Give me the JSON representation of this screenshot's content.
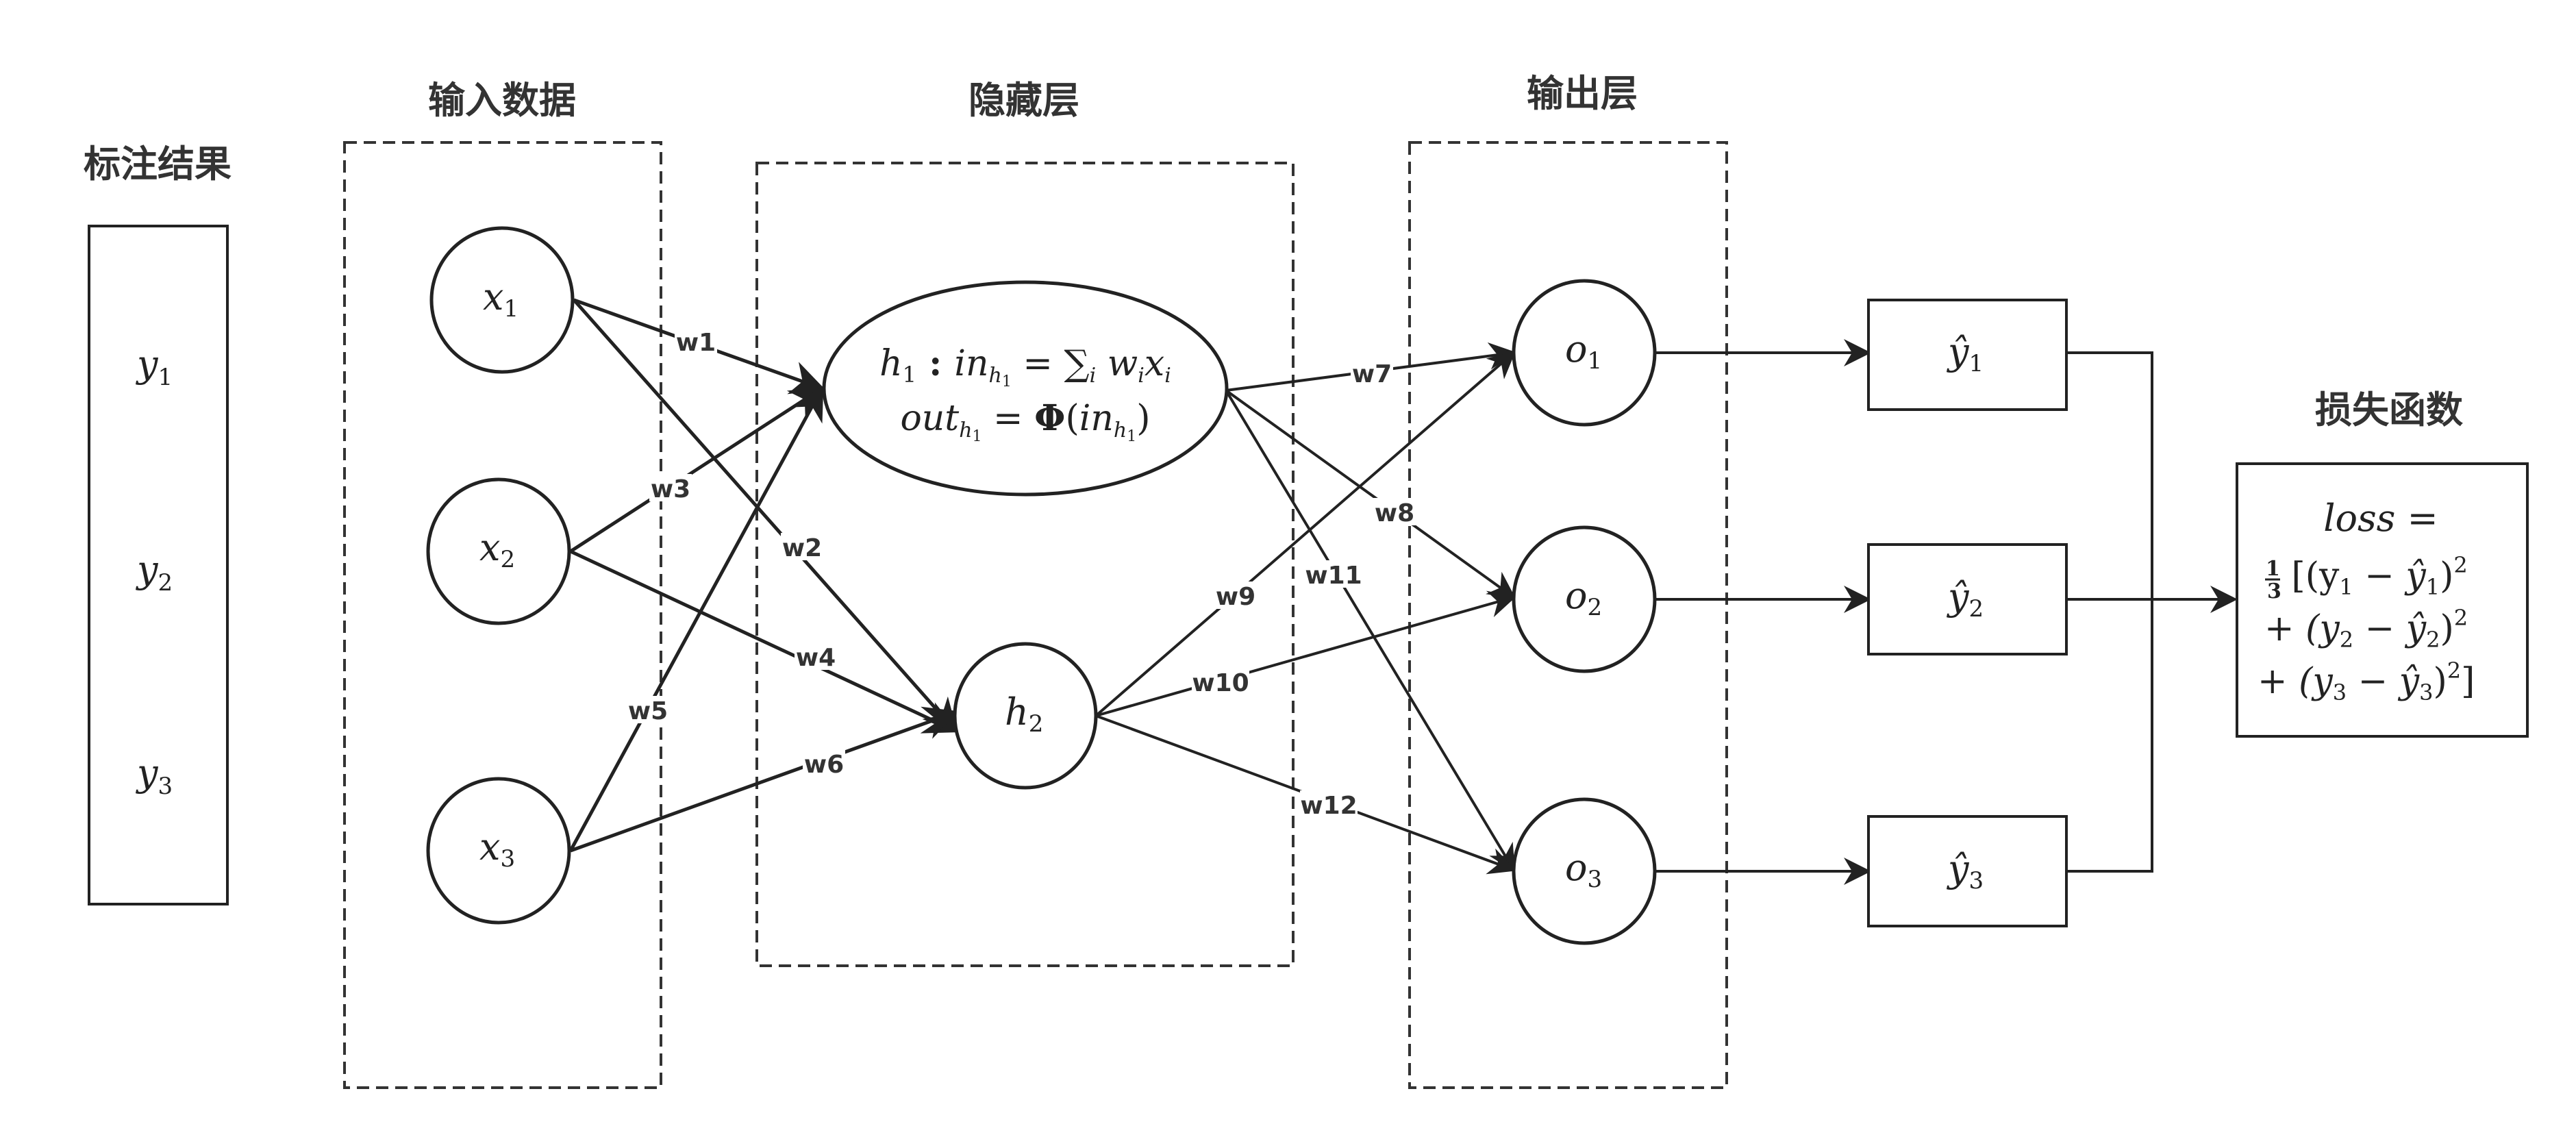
{
  "sections": {
    "labels_title": "标注结果",
    "input_title": "输入数据",
    "hidden_title": "隐藏层",
    "output_title": "输出层",
    "loss_title": "损失函数"
  },
  "labels": [
    {
      "main": "y",
      "sub": "1"
    },
    {
      "main": "y",
      "sub": "2"
    },
    {
      "main": "y",
      "sub": "3"
    }
  ],
  "inputs": [
    {
      "main": "x",
      "sub": "1"
    },
    {
      "main": "x",
      "sub": "2"
    },
    {
      "main": "x",
      "sub": "3"
    }
  ],
  "hidden": {
    "h1_line1": {
      "h": "h",
      "h_sub": "1",
      "sep": " : ",
      "in": "in",
      "in_sub": "h",
      "in_subsub": "1",
      "eq": " = ∑",
      "sum_sub": "i",
      "w": " w",
      "w_sub": "i",
      "x": "x",
      "x_sub": "i"
    },
    "h1_line2": {
      "out": "out",
      "out_sub": "h",
      "out_subsub": "1",
      "eq": " = ",
      "phi": "Φ",
      "open": "(",
      "in": "in",
      "in_sub": "h",
      "in_subsub": "1",
      "close": ")"
    },
    "h2": {
      "main": "h",
      "sub": "2"
    }
  },
  "outputs": [
    {
      "main": "o",
      "sub": "1"
    },
    {
      "main": "o",
      "sub": "2"
    },
    {
      "main": "o",
      "sub": "3"
    }
  ],
  "predictions": [
    {
      "main": "ŷ",
      "sub": "1"
    },
    {
      "main": "ŷ",
      "sub": "2"
    },
    {
      "main": "ŷ",
      "sub": "3"
    }
  ],
  "weights": [
    "w1",
    "w2",
    "w3",
    "w4",
    "w5",
    "w6",
    "w7",
    "w8",
    "w9",
    "w10",
    "w11",
    "w12"
  ],
  "loss": {
    "line1": "loss =",
    "frac_num": "1",
    "frac_den": "3",
    "line2_rest": "[(y",
    "line2_sub1": "1",
    "line2_mid": " − ŷ",
    "line2_sub2": "1",
    "line2_end": ")",
    "line2_sup": "2",
    "line3_start": "+ (y",
    "line3_sub1": "2",
    "line3_mid": " − ŷ",
    "line3_sub2": "2",
    "line3_end": ")",
    "line3_sup": "2",
    "line4_start": "+ (y",
    "line4_sub1": "3",
    "line4_mid": " − ŷ",
    "line4_sub2": "3",
    "line4_end": ")",
    "line4_sup": "2",
    "line4_close": "]"
  }
}
